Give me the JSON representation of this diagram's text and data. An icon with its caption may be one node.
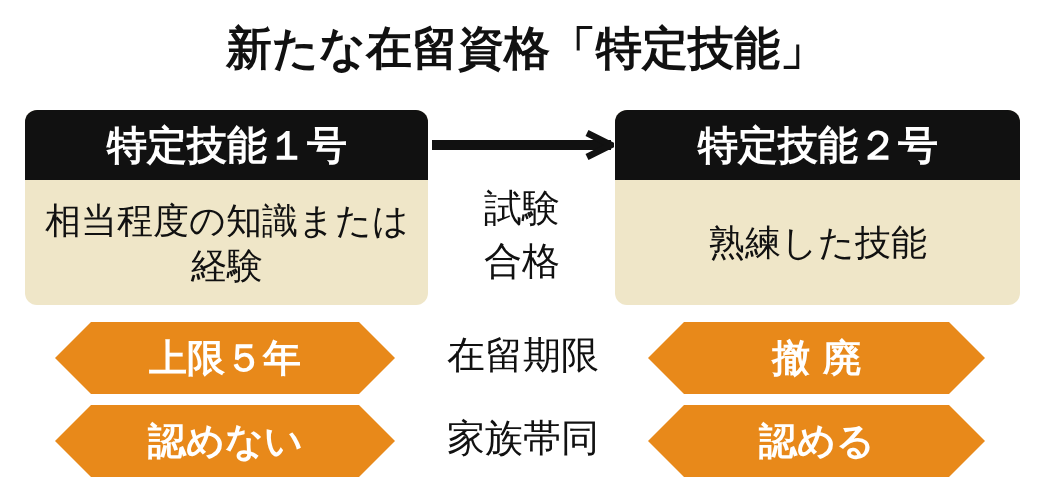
{
  "diagram": {
    "title": "新たな在留資格「特定技能」",
    "nodes": [
      {
        "text": [
          "特定技能１号",
          "相当程度の知識または経験"
        ]
      },
      {
        "text": [
          "特定技能２号",
          "熟練した技能"
        ]
      },
      {
        "text": [
          "上限５年"
        ]
      },
      {
        "text": [
          "撤 廃"
        ]
      },
      {
        "text": [
          "認めない"
        ]
      },
      {
        "text": [
          "認める"
        ]
      }
    ],
    "edges": [
      {
        "from": 0,
        "to": 1,
        "arrow": "to",
        "label": "試験合格"
      }
    ],
    "labels": [
      "在留期限",
      "家族帯同"
    ]
  }
}
